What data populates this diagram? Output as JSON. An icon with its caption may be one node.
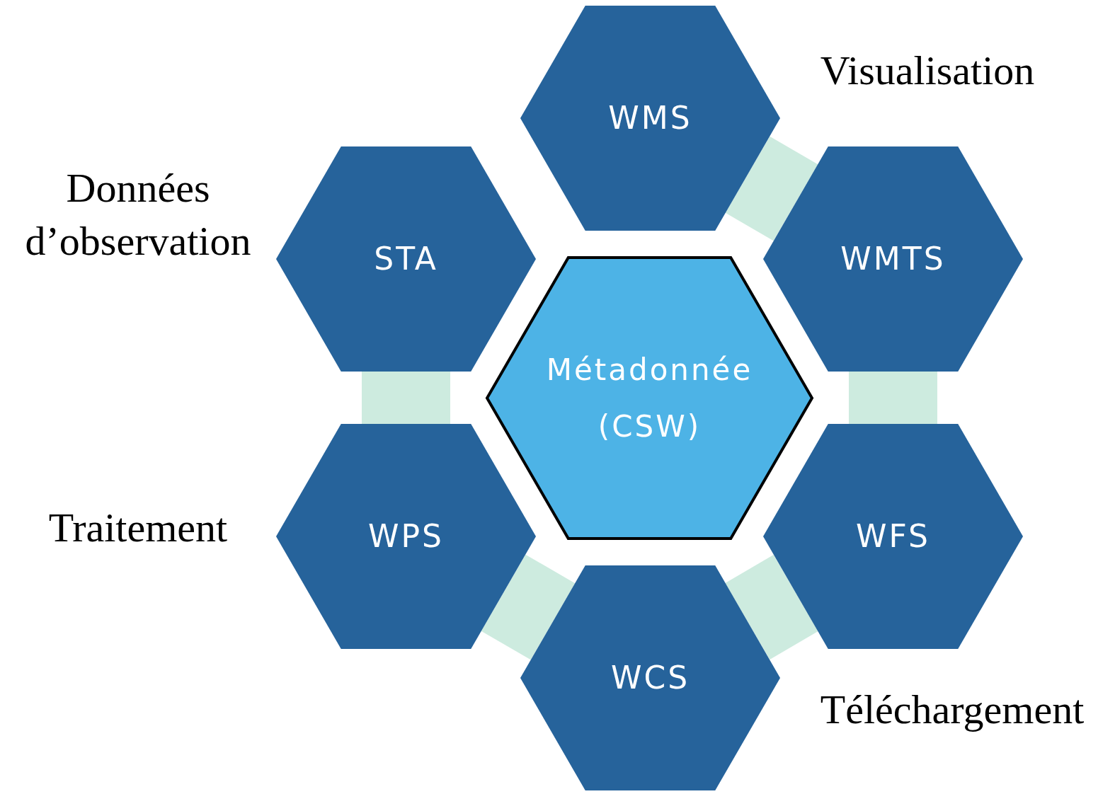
{
  "diagram": {
    "nodes": [
      {
        "text": [
          "WMS"
        ]
      },
      {
        "text": [
          "STA"
        ]
      },
      {
        "text": [
          "WMTS"
        ]
      },
      {
        "text": [
          "Métadonnée (CSW)"
        ]
      },
      {
        "text": [
          "WPS"
        ]
      },
      {
        "text": [
          "WFS"
        ]
      },
      {
        "text": [
          "WCS"
        ]
      }
    ],
    "edges": [
      {
        "from": 0,
        "to": 2,
        "arrow": "none"
      },
      {
        "from": 2,
        "to": 5,
        "arrow": "none"
      },
      {
        "from": 5,
        "to": 6,
        "arrow": "none"
      },
      {
        "from": 6,
        "to": 4,
        "arrow": "none"
      },
      {
        "from": 4,
        "to": 1,
        "arrow": "none"
      }
    ],
    "labels": [
      "Visualisation",
      "Données d’observation",
      "Traitement",
      "Téléchargement"
    ]
  }
}
